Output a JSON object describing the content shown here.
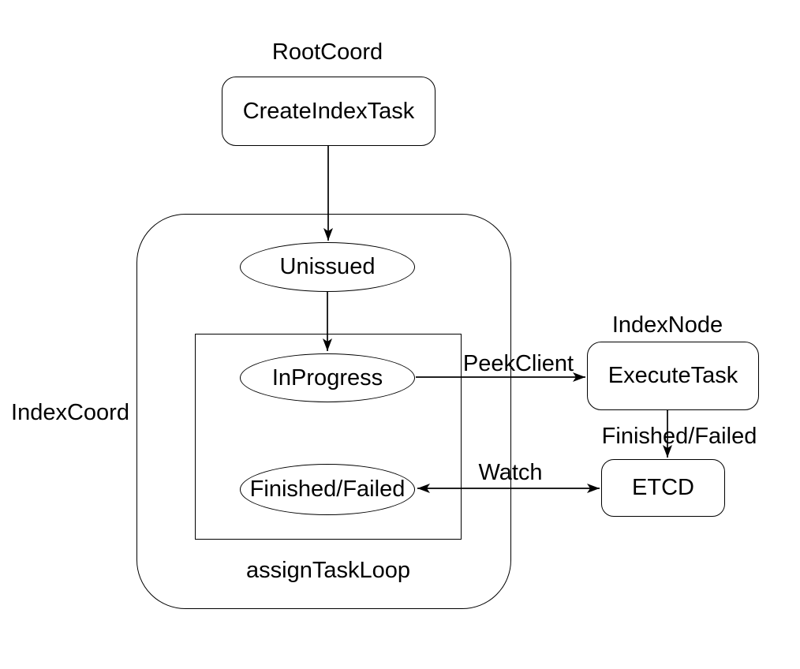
{
  "diagram": {
    "background_color": "#ffffff",
    "stroke_color": "#000000",
    "text_color": "#000000",
    "group_labels": {
      "rootcoord": "RootCoord",
      "indexcoord": "IndexCoord",
      "indexnode": "IndexNode",
      "assign_task_loop": "assignTaskLoop"
    },
    "nodes": {
      "create_index_task": {
        "label": "CreateIndexTask",
        "shape": "rounded-rect"
      },
      "unissued": {
        "label": "Unissued",
        "shape": "ellipse"
      },
      "in_progress": {
        "label": "InProgress",
        "shape": "ellipse"
      },
      "finished_failed_state": {
        "label": "Finished/Failed",
        "shape": "ellipse"
      },
      "execute_task": {
        "label": "ExecuteTask",
        "shape": "rounded-rect"
      },
      "etcd": {
        "label": "ETCD",
        "shape": "rounded-rect"
      }
    },
    "edges": {
      "create_to_unissued": {
        "label": "",
        "from": "create_index_task",
        "to": "unissued"
      },
      "unissued_to_inprogress": {
        "label": "",
        "from": "unissued",
        "to": "in_progress"
      },
      "peek_client": {
        "label": "PeekClient",
        "from": "in_progress",
        "to": "execute_task"
      },
      "finished_failed_edge": {
        "label": "Finished/Failed",
        "from": "execute_task",
        "to": "etcd"
      },
      "watch": {
        "label": "Watch",
        "from": "finished_failed_state",
        "to": "etcd",
        "bidirectional": true
      }
    }
  }
}
